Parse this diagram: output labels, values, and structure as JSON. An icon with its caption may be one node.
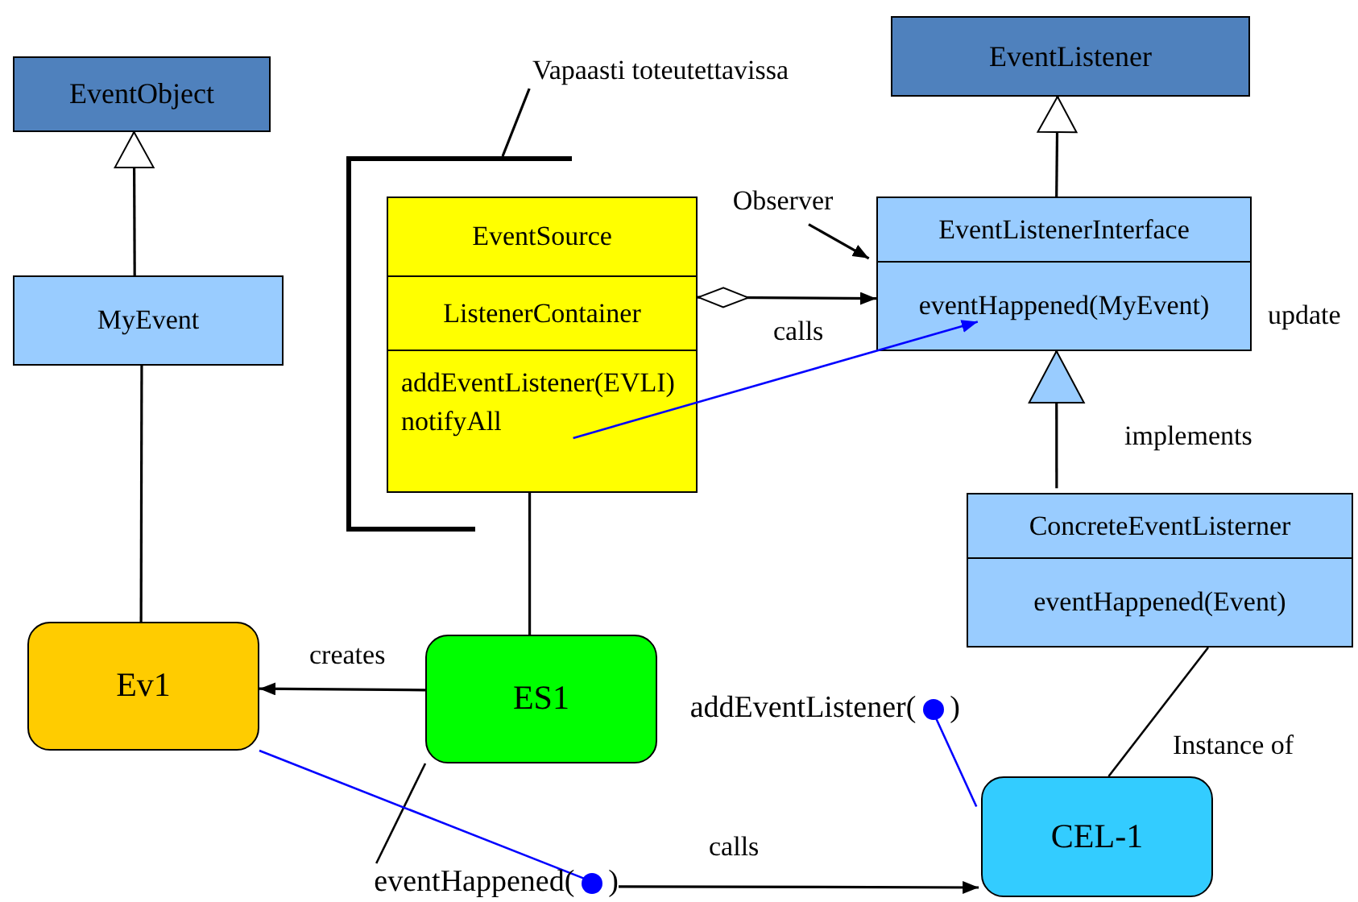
{
  "diagram": {
    "nodes": [
      {
        "text": [
          "EventObject"
        ]
      },
      {
        "text": [
          "MyEvent"
        ]
      },
      {
        "text": [
          "Vapaasti toteutettavissa"
        ]
      },
      {
        "text": [],
        "shape": "bracket"
      },
      {
        "text": [
          "EventSource",
          "ListenerContainer",
          "addEventListener(EVLI) notifyAll"
        ],
        "in": 3
      },
      {
        "text": [
          "EventListener"
        ]
      },
      {
        "text": [
          "EventListenerInterface",
          "eventHappened(MyEvent)"
        ],
        "beside": [
          "update"
        ]
      },
      {
        "text": [
          "Observer"
        ]
      },
      {
        "text": [
          "ConcreteEventListerner",
          "eventHappened(Event)"
        ]
      },
      {
        "text": [
          "Ev1"
        ]
      },
      {
        "text": [
          "ES1"
        ]
      },
      {
        "text": [
          "addEventListener(",
          ")"
        ]
      },
      {
        "text": [
          "eventHappened(",
          ")"
        ]
      },
      {
        "text": [
          "CEL-1"
        ]
      }
    ],
    "edges": [
      {
        "from": 1,
        "to": 0,
        "arrow": "to"
      },
      {
        "from": 6,
        "to": 5,
        "arrow": "to"
      },
      {
        "from": 8,
        "to": 6,
        "arrow": "to",
        "label": "implements"
      },
      {
        "from": 4,
        "to": 6,
        "arrow": "to",
        "label": "calls"
      },
      {
        "from": 7,
        "to": 6,
        "arrow": "to"
      },
      {
        "from": 2,
        "to": 3,
        "arrow": "none"
      },
      {
        "from": 4,
        "to": 6,
        "arrow": "to",
        "color": "#0000ff"
      },
      {
        "from": 9,
        "to": 1,
        "arrow": "none"
      },
      {
        "from": 10,
        "to": 4,
        "arrow": "none"
      },
      {
        "from": 10,
        "to": 9,
        "arrow": "to",
        "label": "creates"
      },
      {
        "from": 13,
        "to": 8,
        "arrow": "none",
        "label": "Instance of"
      },
      {
        "from": 12,
        "to": 13,
        "arrow": "to",
        "label": "calls"
      },
      {
        "from": 10,
        "to": 12,
        "arrow": "none"
      },
      {
        "from": 9,
        "to": 12,
        "arrow": "none",
        "color": "#0000ff"
      },
      {
        "from": 13,
        "to": 11,
        "arrow": "none",
        "color": "#0000ff"
      }
    ]
  }
}
